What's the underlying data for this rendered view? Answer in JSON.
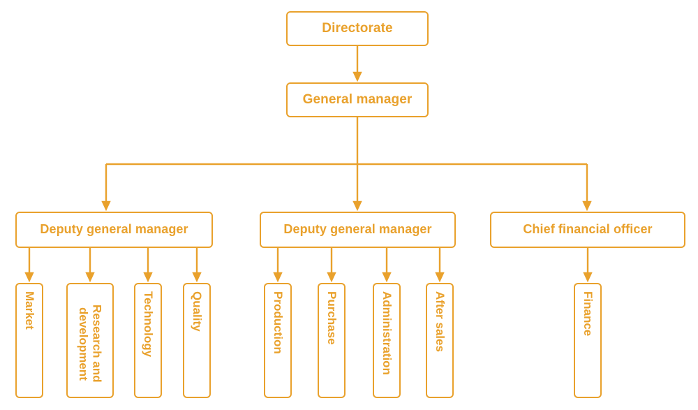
{
  "chart_data": {
    "type": "diagram",
    "diagram_kind": "organizational-chart",
    "title": "",
    "accent_color": "#E9A12C",
    "background_color": "#FFFFFF",
    "connector_style": "orthogonal-with-arrowheads",
    "levels": [
      [
        "Directorate"
      ],
      [
        "General manager"
      ],
      [
        "Deputy general manager",
        "Deputy general manager",
        "Chief financial officer"
      ],
      [
        "Market",
        "Research and development",
        "Technology",
        "Quality",
        "Production",
        "Purchase",
        "Administration",
        "After sales",
        "Finance"
      ]
    ],
    "edges": [
      {
        "from": "Directorate",
        "to": "General manager"
      },
      {
        "from": "General manager",
        "to": "Deputy general manager (left)"
      },
      {
        "from": "General manager",
        "to": "Deputy general manager (center)"
      },
      {
        "from": "General manager",
        "to": "Chief financial officer"
      },
      {
        "from": "Deputy general manager (left)",
        "to": "Market"
      },
      {
        "from": "Deputy general manager (left)",
        "to": "Research and development"
      },
      {
        "from": "Deputy general manager (left)",
        "to": "Technology"
      },
      {
        "from": "Deputy general manager (left)",
        "to": "Quality"
      },
      {
        "from": "Deputy general manager (center)",
        "to": "Production"
      },
      {
        "from": "Deputy general manager (center)",
        "to": "Purchase"
      },
      {
        "from": "Deputy general manager (center)",
        "to": "Administration"
      },
      {
        "from": "Deputy general manager (center)",
        "to": "After sales"
      },
      {
        "from": "Chief financial officer",
        "to": "Finance"
      }
    ]
  },
  "nodes": {
    "directorate": {
      "label": "Directorate"
    },
    "general_manager": {
      "label": "General manager"
    },
    "deputy_gm_left": {
      "label": "Deputy general manager"
    },
    "deputy_gm_center": {
      "label": "Deputy general manager"
    },
    "cfo": {
      "label": "Chief financial officer"
    },
    "market": {
      "label": "Market"
    },
    "research_and_development": {
      "label": "Research and development"
    },
    "technology": {
      "label": "Technology"
    },
    "quality": {
      "label": "Quality"
    },
    "production": {
      "label": "Production"
    },
    "purchase": {
      "label": "Purchase"
    },
    "administration": {
      "label": "Administration"
    },
    "after_sales": {
      "label": "After sales"
    },
    "finance": {
      "label": "Finance"
    }
  }
}
